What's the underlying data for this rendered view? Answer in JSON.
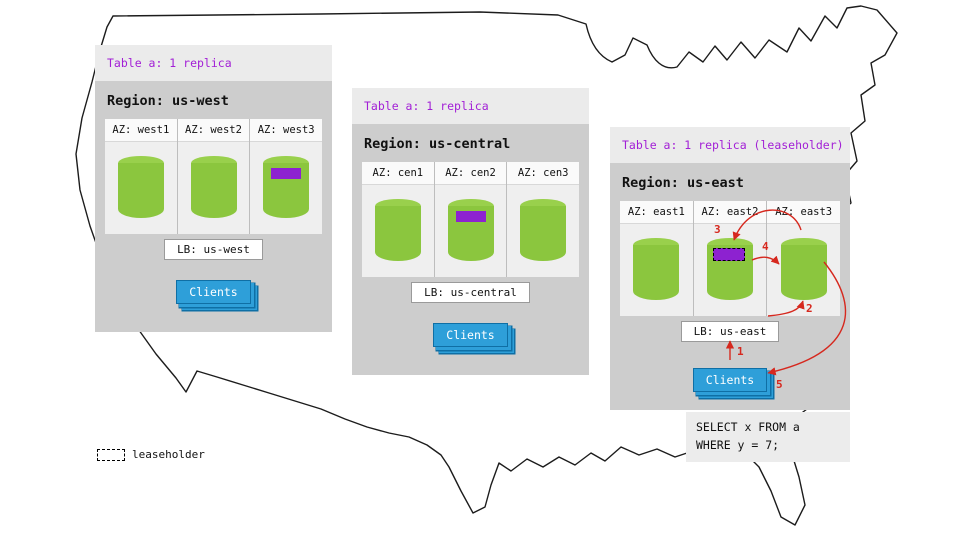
{
  "colors": {
    "purple_text": "#a21fd6",
    "replica_purple": "#8d22d0",
    "green": "#8bc63e",
    "green_top": "#99d04c",
    "blue": "#2e9fd9",
    "blue_dark": "#0f6fa5",
    "red": "#d6281e",
    "panel_gray": "#cdcdcd",
    "header_gray": "#ebebeb",
    "inner_gray": "#efefef"
  },
  "regions": [
    {
      "header": "Table a: 1 replica",
      "title": "Region: us-west",
      "azs": [
        {
          "label": "AZ: west1"
        },
        {
          "label": "AZ: west2"
        },
        {
          "label": "AZ: west3",
          "replica": true
        }
      ],
      "lb": "LB: us-west",
      "clients": "Clients"
    },
    {
      "header": "Table a: 1 replica",
      "title": "Region: us-central",
      "azs": [
        {
          "label": "AZ: cen1"
        },
        {
          "label": "AZ: cen2",
          "replica": true
        },
        {
          "label": "AZ: cen3"
        }
      ],
      "lb": "LB: us-central",
      "clients": "Clients"
    },
    {
      "header": "Table a: 1 replica (leaseholder)",
      "title": "Region: us-east",
      "azs": [
        {
          "label": "AZ: east1"
        },
        {
          "label": "AZ: east2",
          "replica": true,
          "leaseholder": true
        },
        {
          "label": "AZ: east3"
        }
      ],
      "lb": "LB: us-east",
      "clients": "Clients"
    }
  ],
  "arrows": {
    "n1": "1",
    "n2": "2",
    "n3": "3",
    "n4": "4",
    "n5": "5"
  },
  "query": {
    "line1": "SELECT x FROM a",
    "line2": "WHERE y = 7;"
  },
  "legend": {
    "label": "leaseholder"
  }
}
